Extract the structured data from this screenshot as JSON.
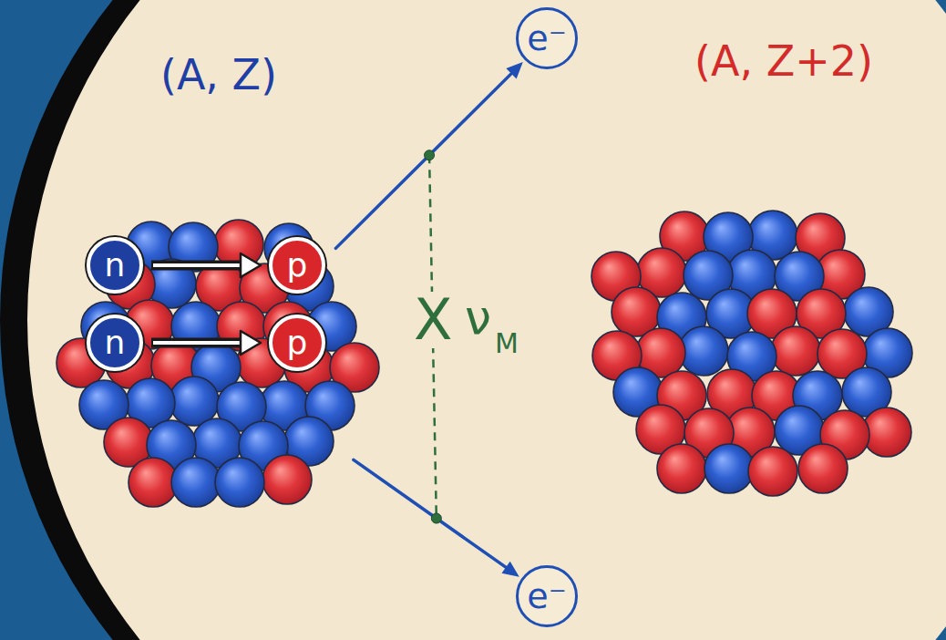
{
  "diagram": {
    "nodes": [
      {
        "text": [
          "(A, Z)"
        ]
      },
      {
        "text": [
          "n"
        ],
        "in": 0
      },
      {
        "text": [
          "p"
        ],
        "in": 0
      },
      {
        "text": [
          "n"
        ],
        "in": 0
      },
      {
        "text": [
          "p"
        ],
        "in": 0
      },
      {
        "text": [
          "e⁻"
        ]
      },
      {
        "text": [
          "e⁻"
        ]
      },
      {
        "text": [
          "(A, Z+2)"
        ]
      }
    ],
    "edges": [
      {
        "from": 1,
        "to": 2,
        "arrow": "to"
      },
      {
        "from": 3,
        "to": 4,
        "arrow": "to"
      },
      {
        "from": 0,
        "to": 5,
        "arrow": "to"
      },
      {
        "from": 0,
        "to": 6,
        "arrow": "to"
      }
    ],
    "labels": [
      "X",
      "ν",
      "M"
    ]
  }
}
